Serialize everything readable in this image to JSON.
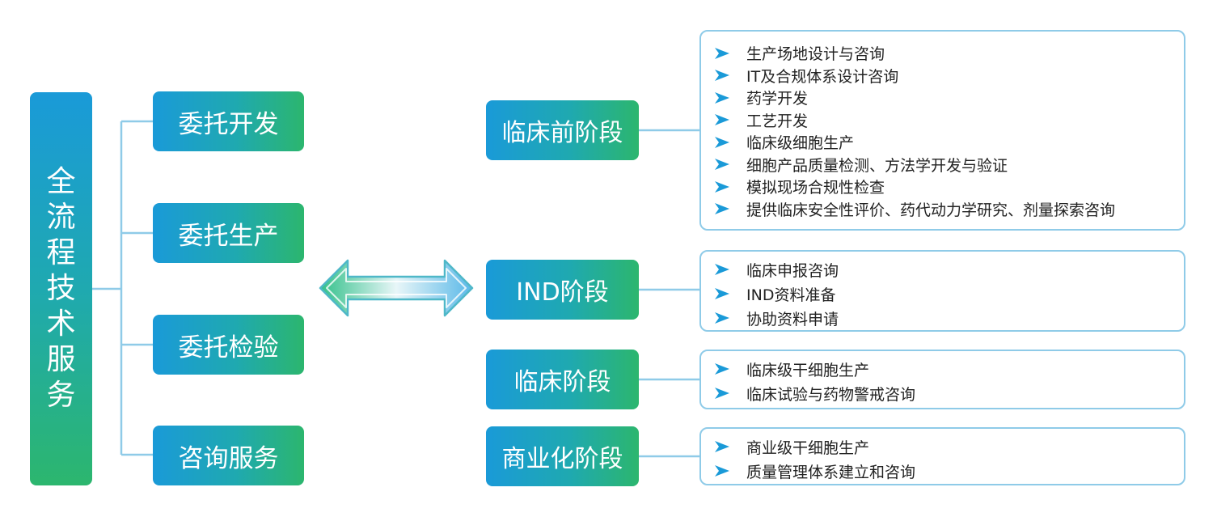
{
  "root": {
    "chars": [
      "全",
      "流",
      "程",
      "技",
      "术",
      "服",
      "务"
    ]
  },
  "services": [
    {
      "label": "委托开发"
    },
    {
      "label": "委托生产"
    },
    {
      "label": "委托检验"
    },
    {
      "label": "咨询服务"
    }
  ],
  "stages": [
    {
      "label": "临床前阶段",
      "items": [
        "生产场地设计与咨询",
        "IT及合规体系设计咨询",
        "药学开发",
        "工艺开发",
        "临床级细胞生产",
        "细胞产品质量检测、方法学开发与验证",
        "模拟现场合规性检查",
        "提供临床安全性评价、药代动力学研究、剂量探索咨询"
      ]
    },
    {
      "label": "IND阶段",
      "items": [
        "临床申报咨询",
        "IND资料准备",
        "协助资料申请"
      ]
    },
    {
      "label": "临床阶段",
      "items": [
        "临床级干细胞生产",
        "临床试验与药物警戒咨询"
      ]
    },
    {
      "label": "商业化阶段",
      "items": [
        "商业级干细胞生产",
        "质量管理体系建立和咨询"
      ]
    }
  ],
  "colors": {
    "gradient_start": "#1a9ad8",
    "gradient_end": "#2cb66e",
    "connector": "#8fcbe8",
    "bullet": "#1a9ad8"
  },
  "icons": {
    "double_arrow": "double-arrow-icon",
    "bullet": "arrowhead-bullet-icon"
  }
}
